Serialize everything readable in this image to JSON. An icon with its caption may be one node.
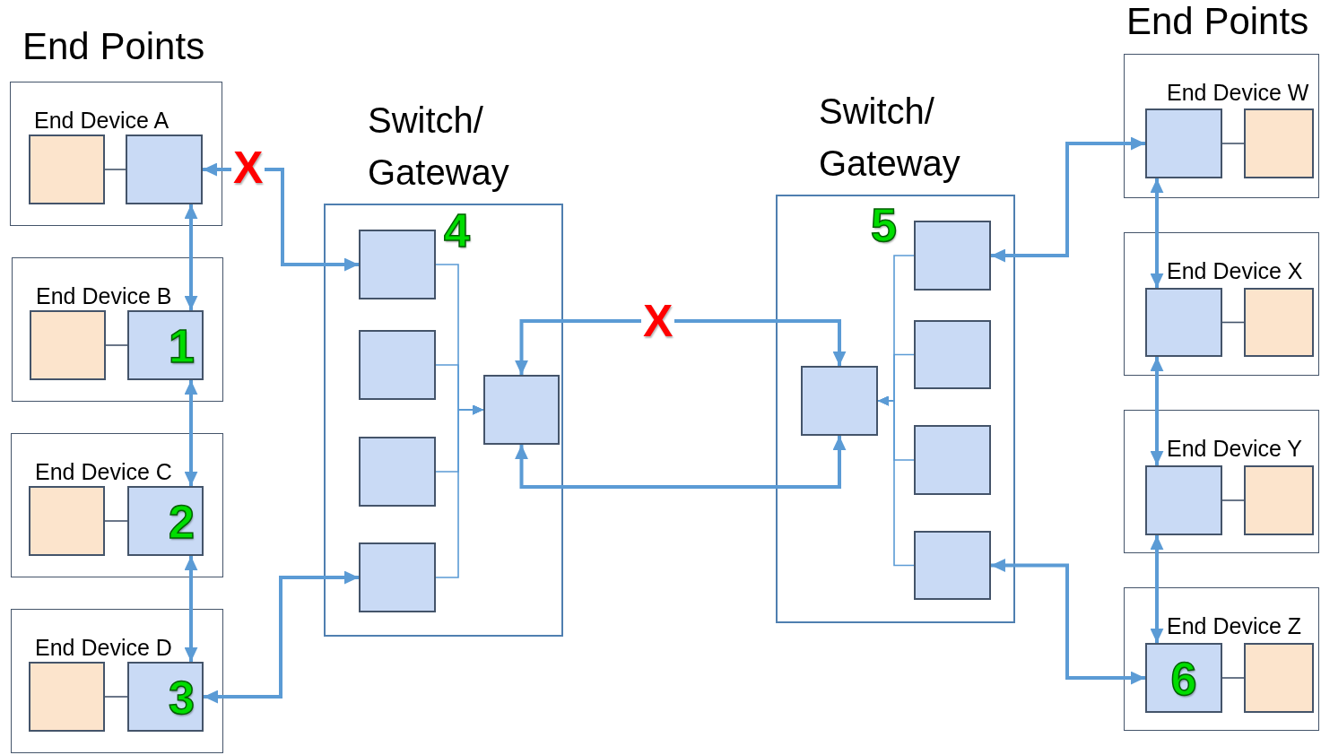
{
  "diagram": {
    "nodes": [
      {
        "text": [
          "End Device A"
        ]
      },
      {
        "text": [],
        "shape": "box",
        "in": 0
      },
      {
        "text": [],
        "shape": "box",
        "in": 0
      },
      {
        "text": [
          "End Device B"
        ]
      },
      {
        "text": [],
        "shape": "box",
        "in": 3
      },
      {
        "text": [
          "1"
        ],
        "in": 3
      },
      {
        "text": [
          "End Device C"
        ]
      },
      {
        "text": [],
        "shape": "box",
        "in": 6
      },
      {
        "text": [
          "2"
        ],
        "in": 6
      },
      {
        "text": [
          "End Device D"
        ]
      },
      {
        "text": [],
        "shape": "box",
        "in": 9
      },
      {
        "text": [
          "3"
        ],
        "in": 9
      },
      {
        "text": [
          "Switch/ Gateway",
          "4"
        ]
      },
      {
        "text": [],
        "shape": "box",
        "in": 12
      },
      {
        "text": [],
        "shape": "box",
        "in": 12
      },
      {
        "text": [],
        "shape": "box",
        "in": 12
      },
      {
        "text": [],
        "shape": "box",
        "in": 12
      },
      {
        "text": [],
        "shape": "box",
        "in": 12
      },
      {
        "text": [
          "Switch/ Gateway",
          "5"
        ]
      },
      {
        "text": [],
        "shape": "box",
        "in": 18
      },
      {
        "text": [],
        "shape": "box",
        "in": 18
      },
      {
        "text": [],
        "shape": "box",
        "in": 18
      },
      {
        "text": [],
        "shape": "box",
        "in": 18
      },
      {
        "text": [],
        "shape": "box",
        "in": 18
      },
      {
        "text": [
          "End Device W"
        ]
      },
      {
        "text": [],
        "shape": "box",
        "in": 24
      },
      {
        "text": [],
        "shape": "box",
        "in": 24
      },
      {
        "text": [
          "End Device X"
        ]
      },
      {
        "text": [],
        "shape": "box",
        "in": 27
      },
      {
        "text": [],
        "shape": "box",
        "in": 27
      },
      {
        "text": [
          "End Device Y"
        ]
      },
      {
        "text": [],
        "shape": "box",
        "in": 30
      },
      {
        "text": [],
        "shape": "box",
        "in": 30
      },
      {
        "text": [
          "End Device Z"
        ]
      },
      {
        "text": [
          "6"
        ],
        "in": 33
      },
      {
        "text": [],
        "shape": "box",
        "in": 33
      }
    ],
    "edges": [
      {
        "from": 1,
        "to": 2,
        "arrow": "none",
        "color": "#44546a"
      },
      {
        "from": 4,
        "to": 5,
        "arrow": "none",
        "color": "#44546a"
      },
      {
        "from": 7,
        "to": 8,
        "arrow": "none",
        "color": "#44546a"
      },
      {
        "from": 10,
        "to": 11,
        "arrow": "none",
        "color": "#44546a"
      },
      {
        "from": 2,
        "to": 5,
        "arrow": "both",
        "style": "thick"
      },
      {
        "from": 5,
        "to": 8,
        "arrow": "both",
        "style": "thick"
      },
      {
        "from": 8,
        "to": 11,
        "arrow": "both",
        "style": "thick"
      },
      {
        "from": 2,
        "to": 13,
        "arrow": "both",
        "style": "thick",
        "label": "X"
      },
      {
        "from": 11,
        "to": 16,
        "arrow": "both",
        "style": "thick"
      },
      {
        "from": 13,
        "to": 17,
        "arrow": "to"
      },
      {
        "from": 14,
        "to": 17,
        "arrow": "to"
      },
      {
        "from": 15,
        "to": 17,
        "arrow": "to"
      },
      {
        "from": 16,
        "to": 17,
        "arrow": "to"
      },
      {
        "from": 17,
        "to": 19,
        "arrow": "both",
        "style": "thick",
        "label": "X"
      },
      {
        "from": 17,
        "to": 19,
        "arrow": "both",
        "style": "thick"
      },
      {
        "from": 20,
        "to": 19,
        "arrow": "to"
      },
      {
        "from": 21,
        "to": 19,
        "arrow": "to"
      },
      {
        "from": 22,
        "to": 19,
        "arrow": "to"
      },
      {
        "from": 23,
        "to": 19,
        "arrow": "to"
      },
      {
        "from": 25,
        "to": 20,
        "arrow": "both",
        "style": "thick"
      },
      {
        "from": 34,
        "to": 23,
        "arrow": "both",
        "style": "thick"
      },
      {
        "from": 25,
        "to": 28,
        "arrow": "both",
        "style": "thick"
      },
      {
        "from": 28,
        "to": 31,
        "arrow": "both",
        "style": "thick"
      },
      {
        "from": 31,
        "to": 34,
        "arrow": "both",
        "style": "thick"
      },
      {
        "from": 25,
        "to": 26,
        "arrow": "none",
        "color": "#44546a"
      },
      {
        "from": 28,
        "to": 29,
        "arrow": "none",
        "color": "#44546a"
      },
      {
        "from": 31,
        "to": 32,
        "arrow": "none",
        "color": "#44546a"
      },
      {
        "from": 34,
        "to": 35,
        "arrow": "none",
        "color": "#44546a"
      }
    ],
    "labels": [
      "End Points",
      "End Points"
    ]
  }
}
